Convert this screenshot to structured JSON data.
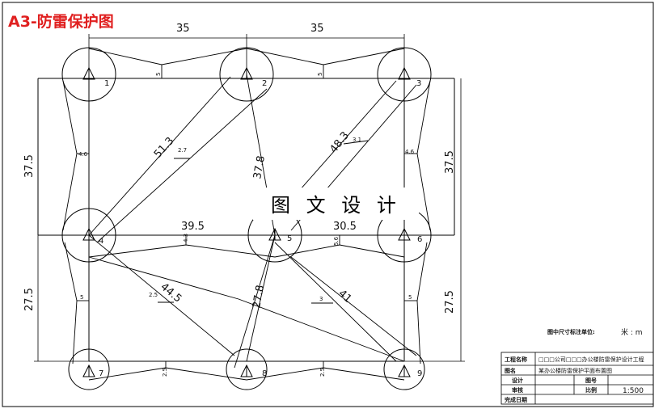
{
  "title": "A3-防雷保护图",
  "watermark": "图 文 设 计",
  "dimensions": {
    "top_left": "35",
    "top_right": "35",
    "left_upper": "37.5",
    "left_lower": "27.5",
    "right_upper": "37.5",
    "right_lower": "27.5",
    "mid_left": "39.5",
    "mid_right": "30.5",
    "diag_1_5": "37.8",
    "diag_2_4": "51.3",
    "diag_3_5": "48.3",
    "diag_4_9": "44.5",
    "diag_5_8": "27.8",
    "diag_5_9": "41"
  },
  "small_labels": {
    "s12": "5",
    "s23": "5",
    "s14": "4.6",
    "s36": "4.6",
    "s24": "2.7",
    "s35": "3.1",
    "s45": "4.3",
    "s56": "5.6",
    "s47": "5",
    "s69": "5",
    "s49": "2.5",
    "s59": "3",
    "s78": "2.5",
    "s89": "2.5"
  },
  "rods": [
    "1",
    "2",
    "3",
    "4",
    "5",
    "6",
    "7",
    "8",
    "9"
  ],
  "note": {
    "label": "图中尺寸标注单位:",
    "unit": "米 : m"
  },
  "title_block": {
    "project_label": "工程名称",
    "project_value": "□□□公司□□□办公楼防雷保护设计工程",
    "drawing_label": "图名",
    "drawing_value": "某办公楼防雷保护平面布置图",
    "design_label": "设计",
    "drawing_no_label": "图号",
    "check_label": "审核",
    "scale_label": "比例",
    "scale_value": "1:500",
    "date_label": "完成日期"
  }
}
